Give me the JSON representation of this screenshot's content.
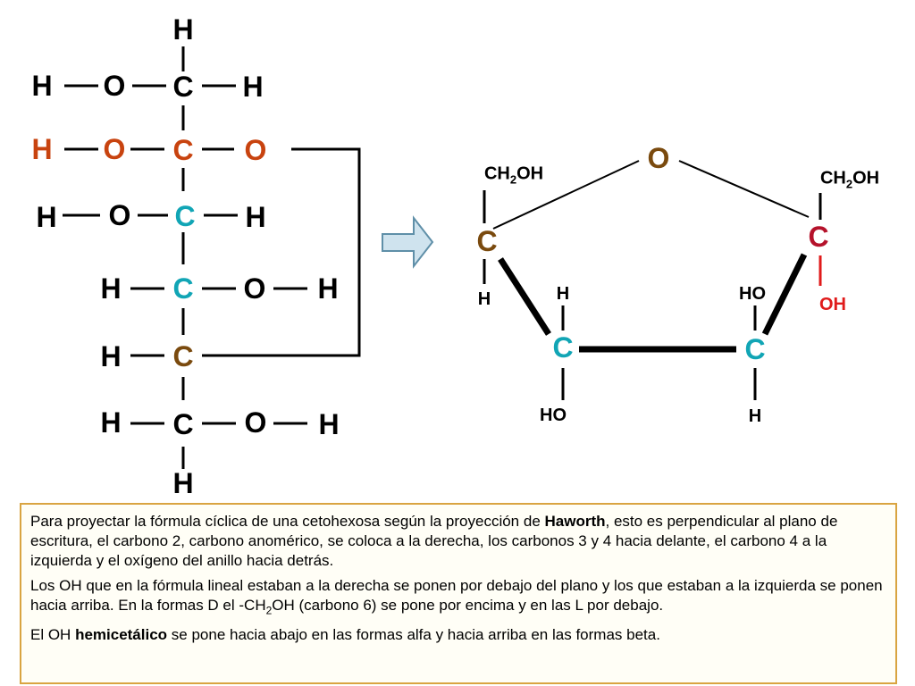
{
  "colors": {
    "black": "#000000",
    "red_brown": "#c8430f",
    "teal": "#11a5b5",
    "brown": "#7a4a0e",
    "dark_red": "#b5122b",
    "red": "#e01b1b",
    "arrow_fill": "#cfe3ee",
    "arrow_stroke": "#5f8fa8",
    "box_border": "#d9a441"
  },
  "fischer": {
    "top_h": "H",
    "c1": {
      "left_h": "H",
      "left_o": "O",
      "c": "C",
      "right_h": "H"
    },
    "c2": {
      "left_h": "H",
      "left_o": "O",
      "c": "C",
      "right_o": "O"
    },
    "c3": {
      "left_h": "H",
      "left_o": "O",
      "c": "C",
      "right_h": "H"
    },
    "c4": {
      "left_h": "H",
      "c": "C",
      "right_o": "O",
      "right_h": "H"
    },
    "c5": {
      "left_h": "H",
      "c": "C"
    },
    "c6": {
      "left_h": "H",
      "c": "C",
      "right_o": "O",
      "right_h": "H"
    },
    "bottom_h": "H"
  },
  "haworth": {
    "ring_o": "O",
    "left_c": {
      "c": "C",
      "top": "CH2OH",
      "bottom": "H"
    },
    "right_c": {
      "c": "C",
      "top": "CH2OH",
      "bottom": "OH"
    },
    "front_left_c": {
      "c": "C",
      "top": "H",
      "bottom": "HO"
    },
    "front_right_c": {
      "c": "C",
      "top": "HO",
      "bottom": "H"
    }
  },
  "text": {
    "p1_a": "Para proyectar la fórmula cíclica de una cetohexosa según la proyección de ",
    "p1_b": "Haworth",
    "p1_c": ", esto es perpendicular al plano de escritura,  el carbono 2, carbono anomérico, se coloca a la derecha, los carbonos 3 y 4 hacia delante, el carbono 4 a la izquierda y el oxígeno del anillo hacia detrás.",
    "p2_a": " Los OH que en la fórmula lineal estaban a la derecha se ponen por debajo del plano y los que estaban a la izquierda se ponen hacia arriba. En la formas D el -CH",
    "p2_sub": "2",
    "p2_b": "OH (carbono 6) se pone por encima y en las L por debajo.",
    "p3_a": "El OH ",
    "p3_b": "hemicetálico",
    "p3_c": " se pone hacia abajo en las formas alfa y hacia arriba en las formas beta."
  }
}
